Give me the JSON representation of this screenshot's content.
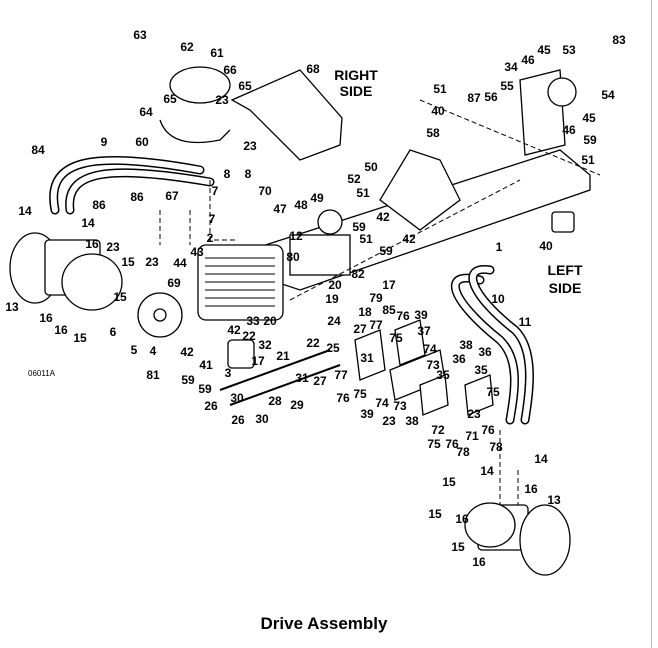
{
  "title": "Drive Assembly",
  "drawing_code": "06011A",
  "side_labels": {
    "right_1": "RIGHT",
    "right_2": "SIDE",
    "left_1": "LEFT",
    "left_2": "SIDE"
  },
  "callouts": [
    "63",
    "62",
    "61",
    "66",
    "65",
    "65",
    "23",
    "64",
    "60",
    "23",
    "68",
    "84",
    "9",
    "86",
    "86",
    "67",
    "14",
    "14",
    "16",
    "23",
    "23",
    "15",
    "15",
    "13",
    "16",
    "16",
    "15",
    "8",
    "8",
    "7",
    "70",
    "47",
    "7",
    "48",
    "49",
    "50",
    "52",
    "51",
    "42",
    "59",
    "51",
    "42",
    "59",
    "2",
    "12",
    "43",
    "44",
    "69",
    "80",
    "82",
    "17",
    "79",
    "20",
    "19",
    "85",
    "18",
    "24",
    "77",
    "76",
    "39",
    "37",
    "75",
    "27",
    "22",
    "25",
    "31",
    "33",
    "20",
    "42",
    "42",
    "22",
    "32",
    "17",
    "21",
    "6",
    "5",
    "4",
    "81",
    "41",
    "3",
    "59",
    "59",
    "26",
    "30",
    "28",
    "29",
    "31",
    "27",
    "26",
    "30",
    "77",
    "76",
    "75",
    "39",
    "74",
    "73",
    "74",
    "73",
    "35",
    "38",
    "23",
    "72",
    "75",
    "76",
    "78",
    "71",
    "38",
    "36",
    "36",
    "35",
    "23",
    "75",
    "76",
    "78",
    "1",
    "40",
    "10",
    "11",
    "14",
    "14",
    "16",
    "13",
    "15",
    "15",
    "16",
    "15",
    "16",
    "45",
    "53",
    "83",
    "46",
    "34",
    "55",
    "56",
    "87",
    "51",
    "40",
    "54",
    "45",
    "46",
    "59",
    "51",
    "58"
  ]
}
